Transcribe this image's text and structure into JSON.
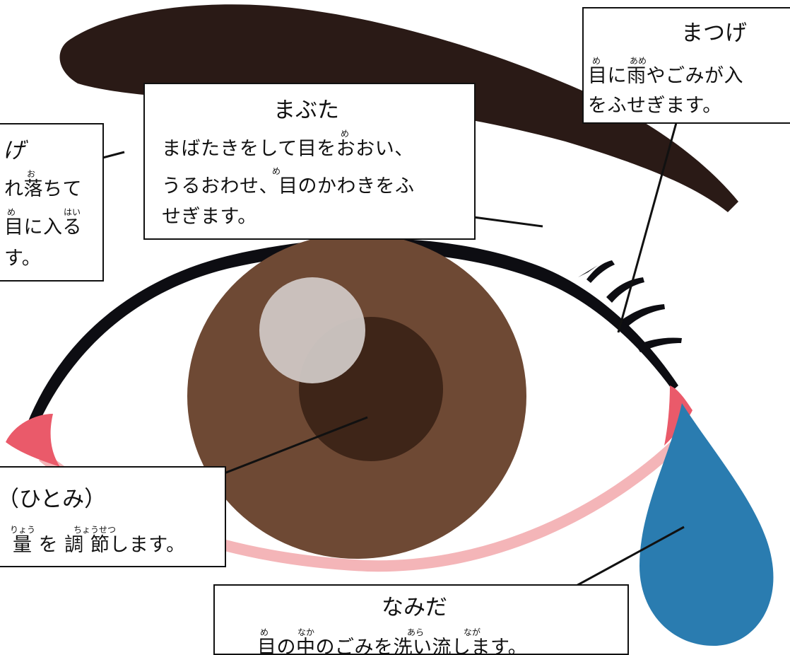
{
  "colors": {
    "brow": "#2a1a16",
    "lash_line": "#0d0d12",
    "iris": "#6e4934",
    "pupil": "#3e2518",
    "highlight": "#cfc7c4",
    "tear": "#2a7cb0",
    "inner_corner": "#ea5a6a",
    "lower_lid": "#f4b5b8"
  },
  "labels": {
    "eyelash_top": {
      "title": "まつげ",
      "line1": "目に雨やごみが入",
      "line2": "をふせぎます。",
      "ruby": [
        "め",
        "あめ"
      ]
    },
    "eyelid": {
      "title": "まぶた",
      "line1": "まばたきをして目をおおい、",
      "line2": "うるおわせ、目のかわきをふ",
      "line3": "せぎます。",
      "ruby": [
        "め",
        "め"
      ]
    },
    "eyebrow": {
      "title": "げ",
      "line1": "れ落ちて",
      "line2": "目に入る",
      "line3": "す。",
      "ruby": [
        "お",
        "め",
        "はい"
      ]
    },
    "pupil": {
      "title": "（ひとみ）",
      "line1": "量 を 調 節します。",
      "ruby": [
        "りょう",
        "ちょうせつ"
      ]
    },
    "tears": {
      "title": "なみだ",
      "line1": "目の中のごみを洗い流します。",
      "ruby": [
        "め",
        "なか",
        "あら",
        "なが"
      ]
    }
  }
}
